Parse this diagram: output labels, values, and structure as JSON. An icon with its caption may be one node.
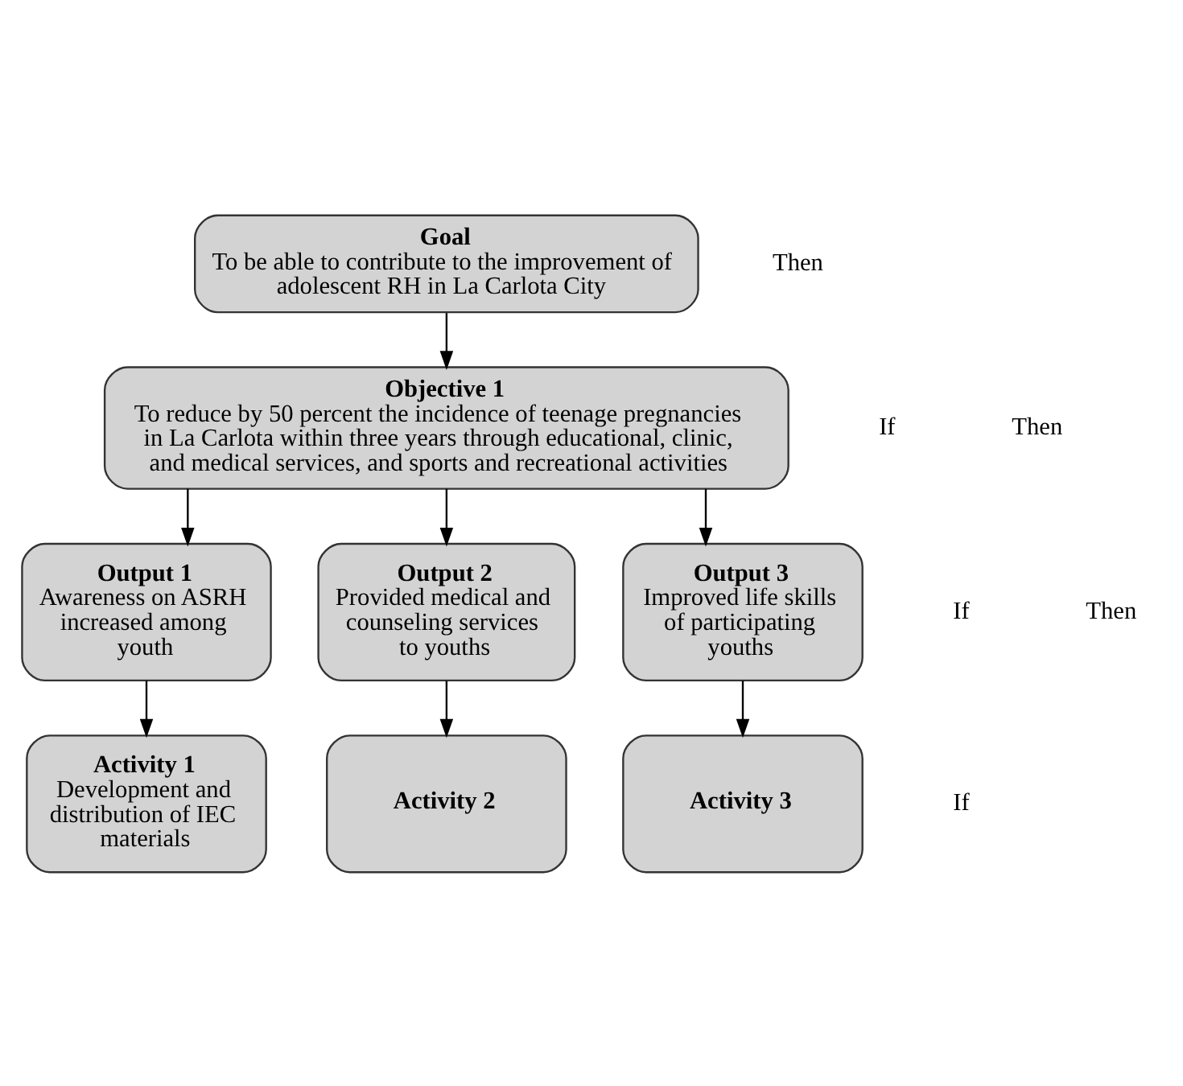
{
  "diagram": {
    "nodes": [
      {
        "text": [
          "Goal",
          "To be able to contribute to the improvement of adolescent RH in La Carlota City"
        ]
      },
      {
        "text": [
          "Objective 1",
          "To reduce by 50 percent the incidence of teenage pregnancies in La Carlota within three years through educational, clinic, and medical services, and sports and recreational activities"
        ]
      },
      {
        "text": [
          "Output 1",
          "Awareness on ASRH increased among youth"
        ]
      },
      {
        "text": [
          "Output 2",
          "Provided medical and counseling services to youths"
        ]
      },
      {
        "text": [
          "Output 3",
          "Improved life skills of participating youths"
        ]
      },
      {
        "text": [
          "Activity 1",
          "Development and distribution of IEC materials"
        ]
      },
      {
        "text": [
          "Activity 2"
        ]
      },
      {
        "text": [
          "Activity 3"
        ]
      }
    ],
    "edges": [
      {
        "from": 0,
        "to": 1,
        "arrow": "to"
      },
      {
        "from": 1,
        "to": 2,
        "arrow": "to"
      },
      {
        "from": 1,
        "to": 3,
        "arrow": "to"
      },
      {
        "from": 1,
        "to": 4,
        "arrow": "to"
      },
      {
        "from": 2,
        "to": 5,
        "arrow": "to"
      },
      {
        "from": 3,
        "to": 6,
        "arrow": "to"
      },
      {
        "from": 4,
        "to": 7,
        "arrow": "to"
      }
    ],
    "labels": [
      "Then",
      "If",
      "Then",
      "If",
      "Then",
      "If"
    ]
  }
}
